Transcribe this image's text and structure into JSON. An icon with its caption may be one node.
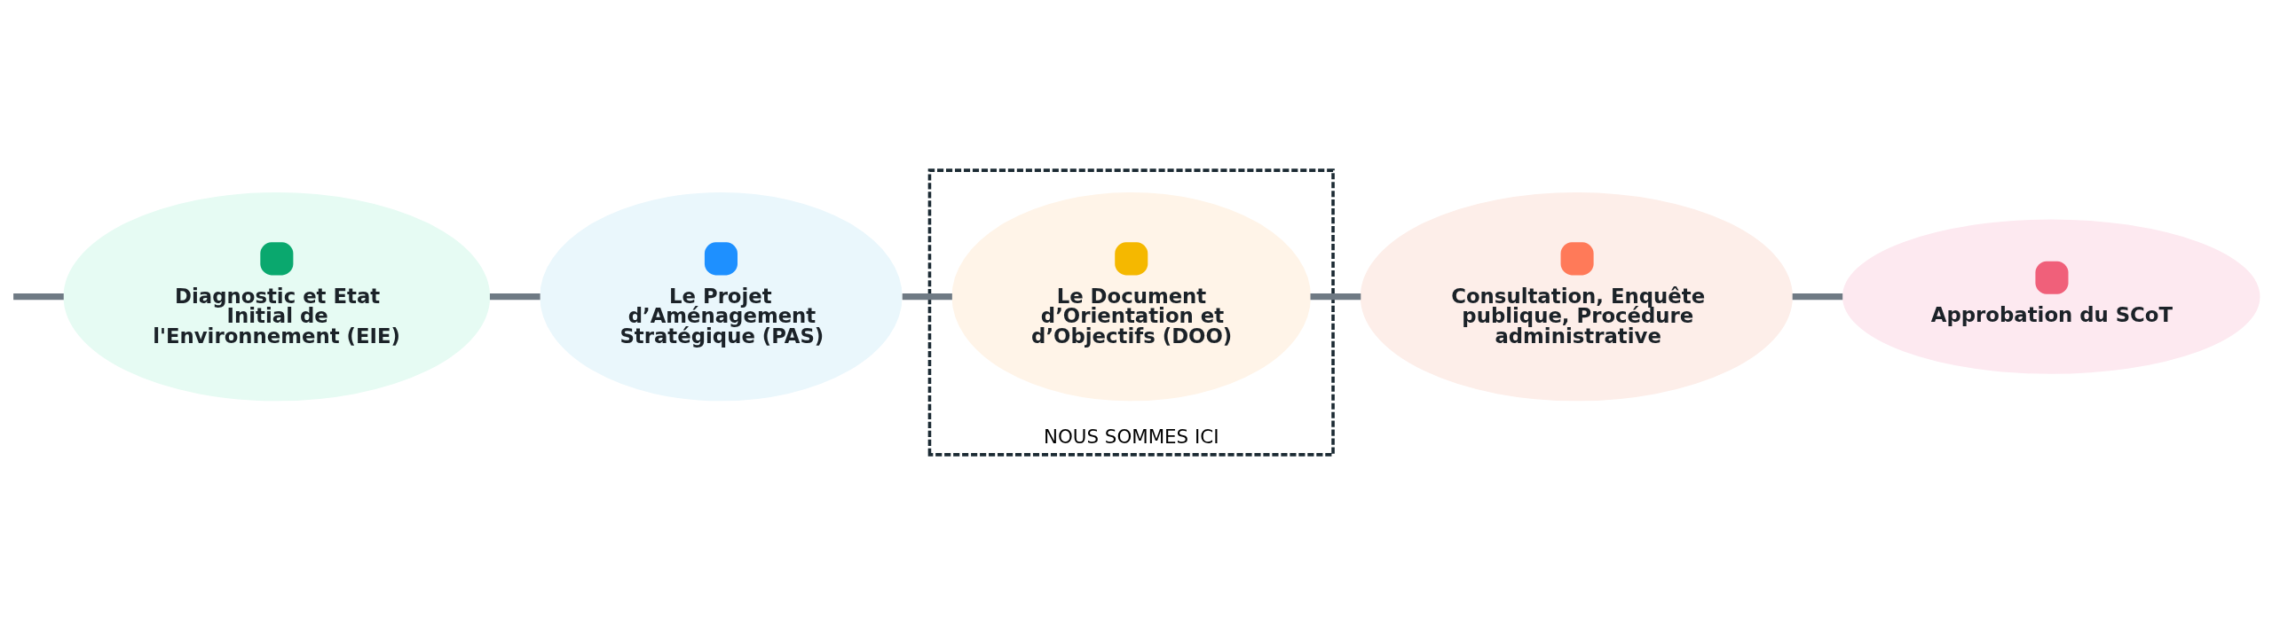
{
  "diagram": {
    "nodes": [
      {
        "text": [
          "Diagnostic et Etat Initial de l'Environnement (EIE)"
        ]
      },
      {
        "text": [
          "Le Projet d’Aménagement Stratégique (PAS)"
        ]
      },
      {
        "text": [
          "NOUS SOMMES ICI"
        ]
      },
      {
        "text": [
          "Le Document d’Orientation et d’Objectifs (DOO)"
        ],
        "in": 2
      },
      {
        "text": [
          "Consultation, Enquête publique, Procédure administrative"
        ]
      },
      {
        "text": [
          "Approbation du SCoT"
        ]
      }
    ],
    "edges": [
      {
        "from": null,
        "to": 0,
        "arrow": "none"
      },
      {
        "from": 0,
        "to": 1,
        "arrow": "none"
      },
      {
        "from": 1,
        "to": 3,
        "arrow": "none"
      },
      {
        "from": 3,
        "to": 4,
        "arrow": "none"
      },
      {
        "from": 4,
        "to": 5,
        "arrow": "none"
      }
    ]
  }
}
